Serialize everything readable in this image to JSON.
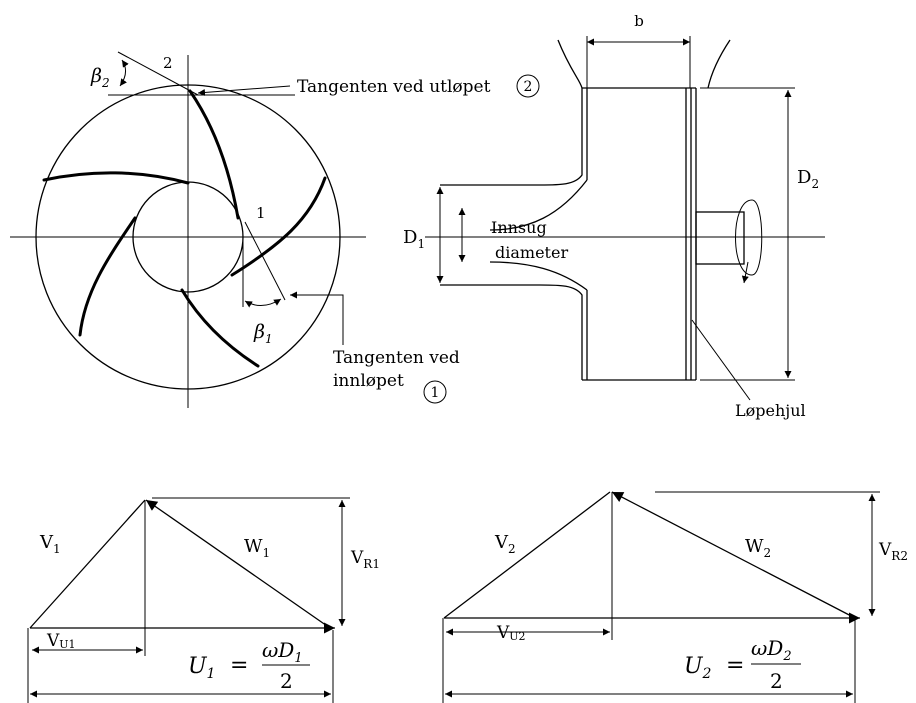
{
  "impeller_front": {
    "outlet_point_label": "2",
    "inlet_point_label": "1",
    "outlet_angle": {
      "symbol": "β",
      "sub": "2"
    },
    "inlet_angle": {
      "symbol": "β",
      "sub": "1"
    },
    "outlet_tangent_label": "Tangenten ved utløpet",
    "outlet_tangent_marker": "2",
    "inlet_tangent_label_line1": "Tangenten ved",
    "inlet_tangent_label_line2": "innløpet",
    "inlet_tangent_marker": "1"
  },
  "impeller_section": {
    "width_label": "b",
    "outer_diameter": {
      "main": "D",
      "sub": "2"
    },
    "inlet_diameter": {
      "main": "D",
      "sub": "1"
    },
    "suction_label_line1": "Innsug",
    "suction_label_line2": "diameter",
    "impeller_label": "Løpehjul"
  },
  "inlet_triangle": {
    "v": {
      "main": "V",
      "sub": "1"
    },
    "w": {
      "main": "W",
      "sub": "1"
    },
    "vr": {
      "main": "V",
      "sub": "R1"
    },
    "vu": {
      "main": "V",
      "sub": "U1"
    },
    "u_formula": {
      "lhs": "U",
      "lhs_sub": "1",
      "eq": "=",
      "num": "ωD",
      "num_sub": "1",
      "den": "2"
    }
  },
  "outlet_triangle": {
    "v": {
      "main": "V",
      "sub": "2"
    },
    "w": {
      "main": "W",
      "sub": "2"
    },
    "vr": {
      "main": "V",
      "sub": "R2"
    },
    "vu": {
      "main": "V",
      "sub": "U2"
    },
    "u_formula": {
      "lhs": "U",
      "lhs_sub": "2",
      "eq": "=",
      "num": "ωD",
      "num_sub": "2",
      "den": "2"
    }
  }
}
